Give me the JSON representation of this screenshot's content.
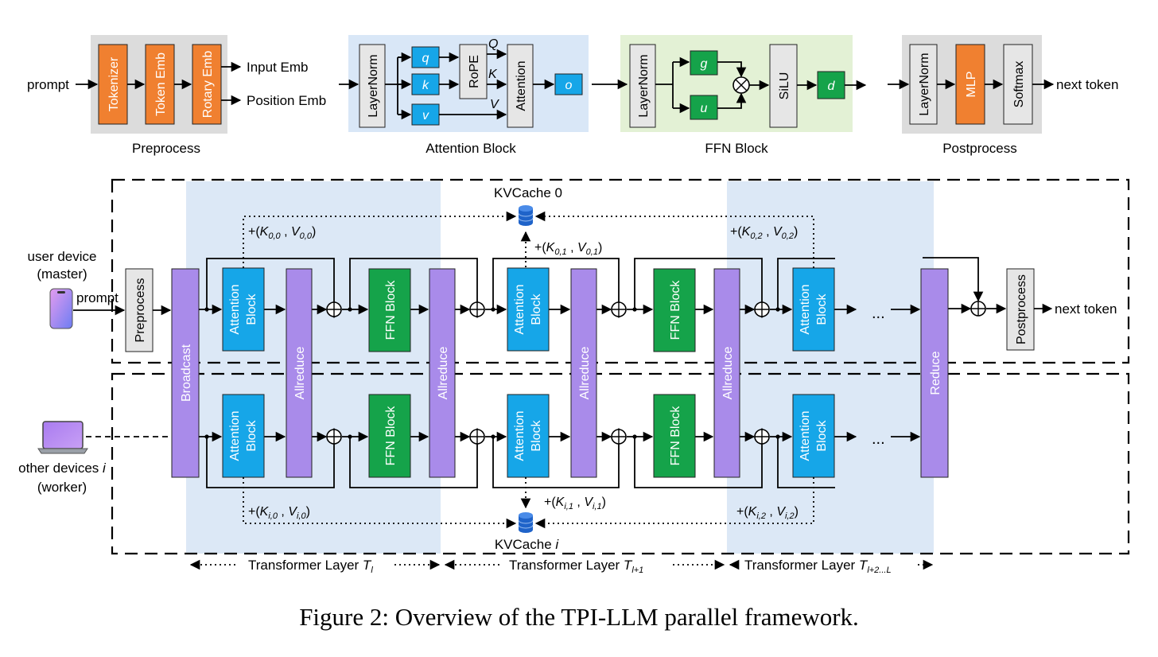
{
  "colors": {
    "orange": "#F08030",
    "blue": "#16A6E8",
    "green": "#15A34A",
    "purple": "#A98BEA",
    "gray_box": "#E6E6E6",
    "gray_panel": "#DCDCDC",
    "attn_panel": "#D9E7F7",
    "ffn_panel": "#E3F1D5",
    "layer_band": "#DCE8F6",
    "kv_icon": "#1F63C9"
  },
  "icons": [
    "phone-icon",
    "laptop-icon",
    "database-icon"
  ],
  "top": {
    "prompt_label": "prompt",
    "preprocess": {
      "label": "Preprocess",
      "blocks": [
        "Tokenizer",
        "Token Emb",
        "Rotary Emb"
      ],
      "outputs": [
        "Input Emb",
        "Position Emb"
      ]
    },
    "attention": {
      "label": "Attention Block",
      "layernorm": "LayerNorm",
      "q": "q",
      "k": "k",
      "v": "v",
      "rope": "RoPE",
      "Q": "Q",
      "K": "K",
      "V": "V",
      "attn": "Attention",
      "o": "o"
    },
    "ffn": {
      "label": "FFN Block",
      "layernorm": "LayerNorm",
      "g": "g",
      "u": "u",
      "mul": "⊗",
      "silu": "SiLU",
      "d": "d"
    },
    "postprocess": {
      "label": "Postprocess",
      "blocks": [
        "LayerNorm",
        "MLP",
        "Softmax"
      ],
      "output": "next token"
    }
  },
  "bottom": {
    "master_label": [
      "user device",
      "(master)"
    ],
    "worker_label_1": "other devices",
    "worker_label_i": "i",
    "worker_label_2": "(worker)",
    "prompt": "prompt",
    "preprocess": "Preprocess",
    "broadcast": "Broadcast",
    "attention_block": [
      "Attention",
      "Block"
    ],
    "ffn_block": "FFN Block",
    "allreduce": "Allreduce",
    "reduce": "Reduce",
    "postprocess": "Postprocess",
    "next_token": "next token",
    "ellipsis": "...",
    "kvcache0": "KVCache 0",
    "kvcachei_name": "KVCache",
    "kvcachei_idx": "i",
    "kv_top": [
      "+(K0,0 , V0,0)",
      "+(K0,1 , V0,1)",
      "+(K0,2 , V0,2)"
    ],
    "kv_bottom": [
      "+(Ki,0 , Vi,0)",
      "+(Ki,1 , Vi,1)",
      "+(Ki,2 , Vi,2)"
    ],
    "layers": [
      {
        "name": "Transformer Layer",
        "sym": "T",
        "sub": "l"
      },
      {
        "name": "Transformer Layer",
        "sym": "T",
        "sub": "l+1"
      },
      {
        "name": "Transformer Layer",
        "sym": "T",
        "sub": "l+2...L"
      }
    ]
  },
  "caption": "Figure 2: Overview of the TPI-LLM parallel framework."
}
